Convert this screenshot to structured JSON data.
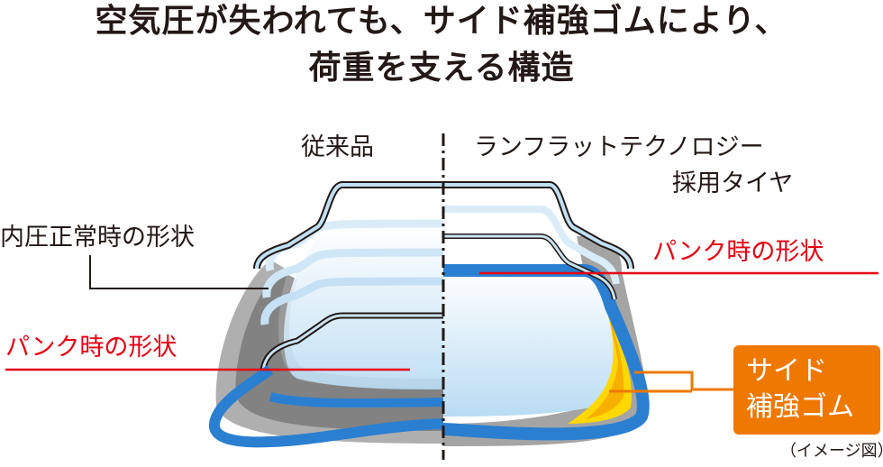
{
  "title": {
    "line1": "空気圧が失われても、サイド補強ゴムにより、",
    "line2": "荷重を支える構造"
  },
  "labels": {
    "conventional": "従来品",
    "runflat_line1": "ランフラットテクノロジー",
    "runflat_line2": "採用タイヤ",
    "normal_shape": "内圧正常時の形状",
    "puncture_left": "パンク時の形状",
    "puncture_right": "パンク時の形状",
    "side_rubber_line1": "サイド",
    "side_rubber_line2": "補強ゴム",
    "note": "（イメージ図）"
  },
  "colors": {
    "text": "#231815",
    "red": "#e60012",
    "orange": "#ee7800",
    "blue": "#2a7fd0",
    "yellow": "#ffd800",
    "gray": "#7d7d7d",
    "light_blue": "#cfe6f6"
  }
}
